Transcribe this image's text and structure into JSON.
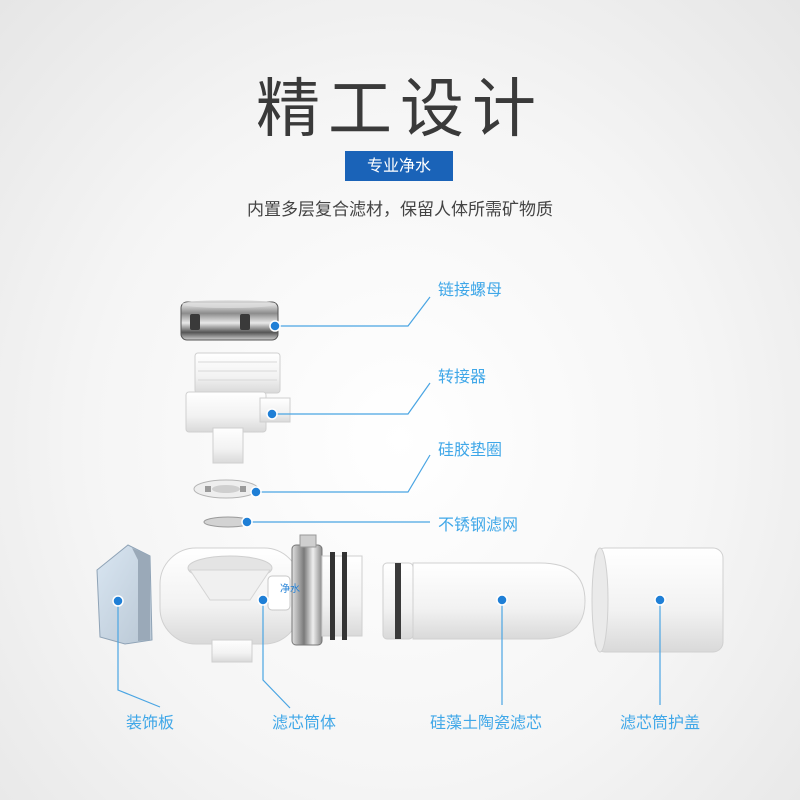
{
  "header": {
    "title": "精工设计",
    "badge": "专业净水",
    "subtitle": "内置多层复合滤材，保留人体所需矿物质"
  },
  "parts": {
    "nut": "链接螺母",
    "adapter": "转接器",
    "gasket": "硅胶垫圈",
    "mesh": "不锈钢滤网",
    "panel": "装饰板",
    "housing": "滤芯筒体",
    "cartridge": "硅藻土陶瓷滤芯",
    "cover": "滤芯筒护盖"
  },
  "product": {
    "button_label": "净水"
  },
  "colors": {
    "accent": "#1a63b8",
    "label": "#3fa7e8",
    "dot": "#1f7fd6",
    "line": "#4aa5e3"
  }
}
